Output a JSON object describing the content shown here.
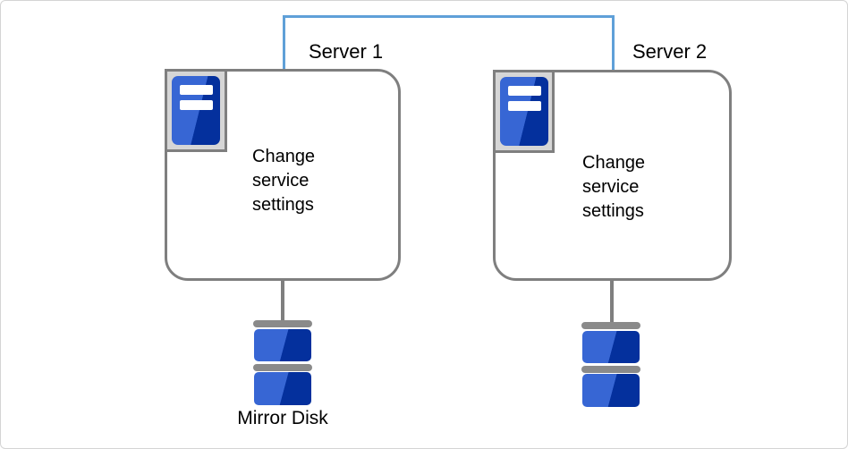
{
  "connection": {
    "name": "server-interconnect-line",
    "color": "#5FA0D8"
  },
  "servers": [
    {
      "label": "Server 1",
      "action_lines": [
        "Change",
        "service",
        "settings"
      ],
      "icon": "server-tower-icon"
    },
    {
      "label": "Server 2",
      "action_lines": [
        "Change",
        "service",
        "settings"
      ],
      "icon": "server-tower-icon"
    }
  ],
  "storage": {
    "mirror_disk_label": "Mirror Disk",
    "icon": "disk-stack-icon"
  },
  "colors": {
    "connection_blue": "#5FA0D8",
    "outline_gray": "#7F7F7F",
    "icon_frame_gray": "#D6D6D6",
    "disk_blue_light": "#3766D4",
    "disk_blue_dark": "#04309D",
    "platter_cap_gray": "#8A8A8A"
  }
}
